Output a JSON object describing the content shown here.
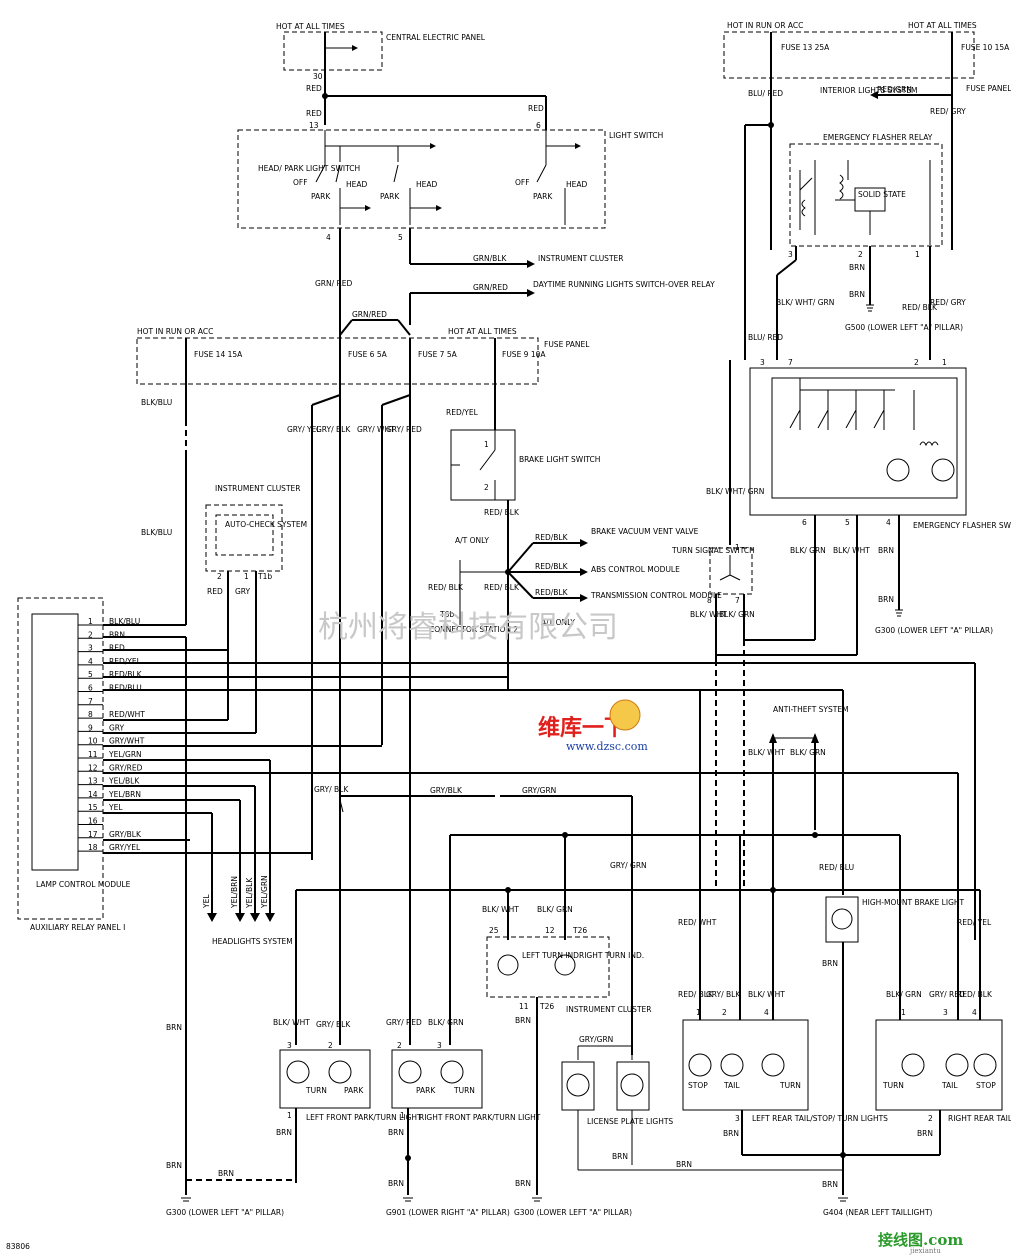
{
  "fig_id": "83806",
  "watermark": {
    "company": "杭州将睿科技有限公司",
    "logo_text": "维库一下",
    "logo_url": "www.dzsc.com",
    "corner": "接线图.com",
    "corner_url": "jiexiantu"
  },
  "power": {
    "hot_at_all_times_top": "HOT AT ALL TIMES",
    "central_panel": "CENTRAL ELECTRIC PANEL",
    "hot_in_run_or_acc_right": "HOT IN RUN OR ACC",
    "hot_at_all_times_right": "HOT AT ALL TIMES",
    "fuse13": "FUSE 13 25A",
    "fuse10": "FUSE 10 15A",
    "fuse_panel_right": "FUSE PANEL",
    "interior_lights": "INTERIOR LIGHTS SYSTEM",
    "hot_in_run_or_acc_mid": "HOT IN RUN OR ACC",
    "hot_at_all_times_mid": "HOT AT ALL TIMES",
    "fuse14": "FUSE 14 15A",
    "fuse6": "FUSE 6 5A",
    "fuse7": "FUSE 7 5A",
    "fuse9": "FUSE 9 10A",
    "fuse_panel_mid": "FUSE PANEL"
  },
  "light_switch": {
    "title": "LIGHT SWITCH",
    "name": "HEAD/ PARK LIGHT SWITCH",
    "off": "OFF",
    "park": "PARK",
    "head": "HEAD"
  },
  "components": {
    "instrument_cluster_top": "INSTRUMENT CLUSTER",
    "drl_relay": "DAYTIME RUNNING LIGHTS SWITCH-OVER RELAY",
    "brake_switch": "BRAKE LIGHT SWITCH",
    "brake_vacuum": "BRAKE VACUUM VENT VALVE",
    "abs_module": "ABS CONTROL MODULE",
    "trans_module": "TRANSMISSION CONTROL MODULE",
    "at_only": "A/T ONLY",
    "connector_station": "CONNECTOR STATION 2",
    "instrument_cluster_left": "INSTRUMENT CLUSTER",
    "auto_check": "AUTO-CHECK SYSTEM",
    "lamp_module": "LAMP CONTROL MODULE",
    "aux_relay_panel": "AUXILIARY RELAY PANEL I",
    "headlights_system": "HEADLIGHTS SYSTEM",
    "flasher_relay": "EMERGENCY FLASHER RELAY",
    "solid_state": "SOLID STATE",
    "flasher_switch": "EMERGENCY FLASHER SWITCH",
    "turn_signal_switch": "TURN SIGNAL SWITCH",
    "anti_theft": "ANTI-THEFT SYSTEM",
    "high_mount": "HIGH-MOUNT BRAKE LIGHT",
    "left_turn_ind": "LEFT TURN IND.",
    "right_turn_ind": "RIGHT TURN IND.",
    "instrument_cluster_bottom": "INSTRUMENT CLUSTER",
    "left_front": "LEFT FRONT PARK/TURN LIGHT",
    "right_front": "RIGHT FRONT PARK/TURN LIGHT",
    "license_plate": "LICENSE PLATE LIGHTS",
    "left_rear": "LEFT REAR TAIL/STOP/ TURN LIGHTS",
    "right_rear": "RIGHT REAR TAIL/STOP/ TURN LIGHTS",
    "turn": "TURN",
    "park": "PARK",
    "stop": "STOP",
    "tail": "TAIL"
  },
  "grounds": {
    "g500": "G500 (LOWER LEFT \"A\" PILLAR)",
    "g300": "G300 (LOWER LEFT \"A\" PILLAR)",
    "g901": "G901 (LOWER RIGHT \"A\" PILLAR)",
    "g404": "G404 (NEAR LEFT TAILLIGHT)"
  },
  "lcm_pins": [
    {
      "pin": "1",
      "wire": "BLK/BLU"
    },
    {
      "pin": "2",
      "wire": "BRN"
    },
    {
      "pin": "3",
      "wire": "RED"
    },
    {
      "pin": "4",
      "wire": "RED/YEL"
    },
    {
      "pin": "5",
      "wire": "RED/BLK"
    },
    {
      "pin": "6",
      "wire": "RED/BLU"
    },
    {
      "pin": "7",
      "wire": ""
    },
    {
      "pin": "8",
      "wire": "RED/WHT"
    },
    {
      "pin": "9",
      "wire": "GRY"
    },
    {
      "pin": "10",
      "wire": "GRY/WHT"
    },
    {
      "pin": "11",
      "wire": "YEL/GRN"
    },
    {
      "pin": "12",
      "wire": "GRY/RED"
    },
    {
      "pin": "13",
      "wire": "YEL/BLK"
    },
    {
      "pin": "14",
      "wire": "YEL/BRN"
    },
    {
      "pin": "15",
      "wire": "YEL"
    },
    {
      "pin": "16",
      "wire": ""
    },
    {
      "pin": "17",
      "wire": "GRY/BLK"
    },
    {
      "pin": "18",
      "wire": "GRY/YEL"
    }
  ],
  "headlight_wires": [
    "YEL",
    "YEL/BRN",
    "YEL/BLK",
    "YEL/GRN"
  ],
  "wire_labels": {
    "red": "RED",
    "grn_red": "GRN/ RED",
    "grn_red_top": "GRN/RED",
    "grn_blk": "GRN/BLK",
    "grn_red_drl": "GRN/RED",
    "blk_blu": "BLK/BLU",
    "gry_yel": "GRY/ YEL",
    "gry_blk": "GRY/ BLK",
    "gry_wht": "GRY/ WHT",
    "gry_red": "GRY/ RED",
    "red_yel": "RED/YEL",
    "red_blk": "RED/ BLK",
    "red_blk2": "RED/BLK",
    "gry": "GRY",
    "blu_red": "BLU/ RED",
    "red_grn": "RED/GRN",
    "red_gry": "RED/ GRY",
    "brn": "BRN",
    "blk_wht_grn": "BLK/ WHT/ GRN",
    "blk_grn": "BLK/ GRN",
    "blk_wht": "BLK/ WHT",
    "gry_blk_line": "GRY/BLK",
    "gry_grn_line": "GRY/GRN",
    "gry_grn": "GRY/ GRN",
    "red_wht": "RED/ WHT",
    "red_blu": "RED/ BLU",
    "red_yel2": "RED/ YEL",
    "gry_grn_lp": "GRY/GRN"
  },
  "connectors": {
    "t26": "T26",
    "t1b": "T1b",
    "t6b": "T6b"
  },
  "pins": {
    "p30": "30",
    "p13": "13",
    "p6": "6",
    "p4": "4",
    "p5": "5",
    "p1": "1",
    "p2": "2",
    "p3": "3",
    "p7": "7",
    "p8": "8",
    "p11": "11",
    "p12": "12",
    "p25": "25"
  }
}
